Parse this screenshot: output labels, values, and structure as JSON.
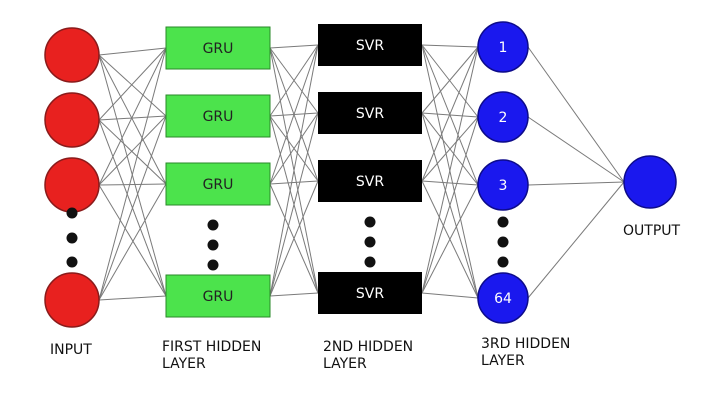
{
  "colors": {
    "input_node": "#e8211f",
    "gru_box": "#4ce34c",
    "svr_box": "#000000",
    "third_node": "#1a18ee",
    "output_node": "#1a18ee",
    "edge": "#7a7a7a",
    "label_dark": "#222222",
    "label_light": "#ffffff"
  },
  "layers": {
    "input": {
      "caption": "INPUT",
      "units": [
        "",
        "",
        "",
        ""
      ]
    },
    "first_hidden": {
      "caption_line1": "FIRST HIDDEN",
      "caption_line2": "LAYER",
      "units": [
        "GRU",
        "GRU",
        "GRU",
        "GRU"
      ]
    },
    "second_hidden": {
      "caption_line1": "2ND HIDDEN",
      "caption_line2": "LAYER",
      "units": [
        "SVR",
        "SVR",
        "SVR",
        "SVR"
      ]
    },
    "third_hidden": {
      "caption_line1": "3RD HIDDEN",
      "caption_line2": "LAYER",
      "units": [
        "1",
        "2",
        "3",
        "64"
      ]
    },
    "output": {
      "caption": "OUTPUT"
    }
  }
}
